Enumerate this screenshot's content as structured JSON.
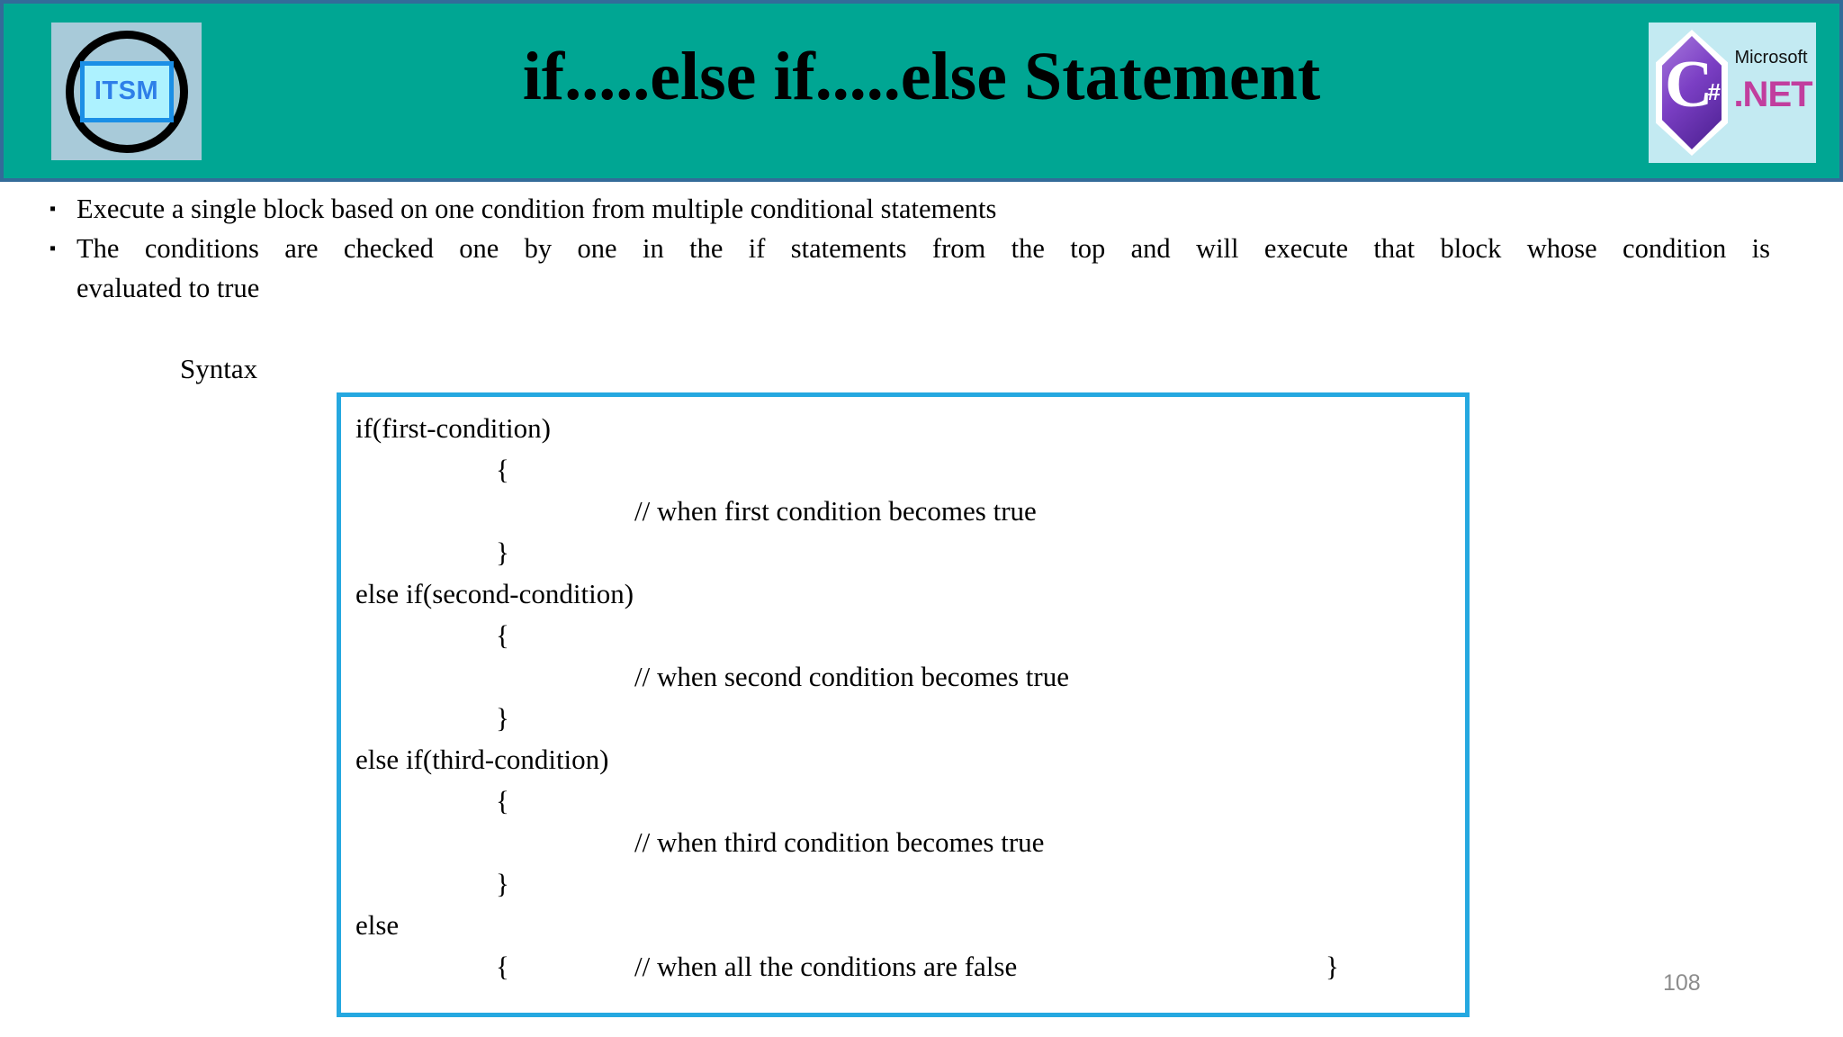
{
  "slide": {
    "title": "if.....else if.....else Statement",
    "page_number": "108",
    "bullet_marker": "▪"
  },
  "logos": {
    "itsm": {
      "text": "ITSM"
    },
    "dotnet": {
      "letter": "C",
      "sharp": "#",
      "brand": "Microsoft",
      "product": ".NET"
    }
  },
  "bullets": [
    {
      "lines": [
        "Execute a single block based on one condition from multiple conditional statements"
      ]
    },
    {
      "lines": [
        "The conditions are checked one by one in the if statements from the top and will execute that block whose condition is",
        "evaluated to true"
      ]
    }
  ],
  "syntax": {
    "label": "Syntax"
  },
  "code_box": {
    "lines": [
      {
        "text": "if(first-condition)"
      },
      {
        "text": "{"
      },
      {
        "text": "// when first condition becomes true"
      },
      {
        "text": "}"
      },
      {
        "text": "else if(second-condition)"
      },
      {
        "text": "{"
      },
      {
        "text": "// when second condition becomes true"
      },
      {
        "text": "}"
      },
      {
        "text": "else if(third-condition)"
      },
      {
        "text": "{"
      },
      {
        "text": "// when third condition becomes true"
      },
      {
        "text": "}"
      },
      {
        "text": "else"
      }
    ],
    "last_line": {
      "open_brace": "{",
      "comment": "// when all the conditions are false",
      "close_brace": "}"
    }
  },
  "colors": {
    "header_teal": "#00A693",
    "header_border": "#336B99",
    "code_box_border": "#25A8E0",
    "itsm_logo_bg": "#A8CAD9",
    "itsm_rect_fill": "#ADF2FF",
    "itsm_rect_border": "#1B8FE6",
    "itsm_text_blue": "#2E7FE8",
    "dotnet_logo_bg": "#C3EAF2",
    "dotnet_purple_dark": "#4A1F8F",
    "dotnet_purple_light": "#A678DD",
    "dotnet_pink": "#C13E9E",
    "page_number_gray": "#8C8C8C"
  }
}
